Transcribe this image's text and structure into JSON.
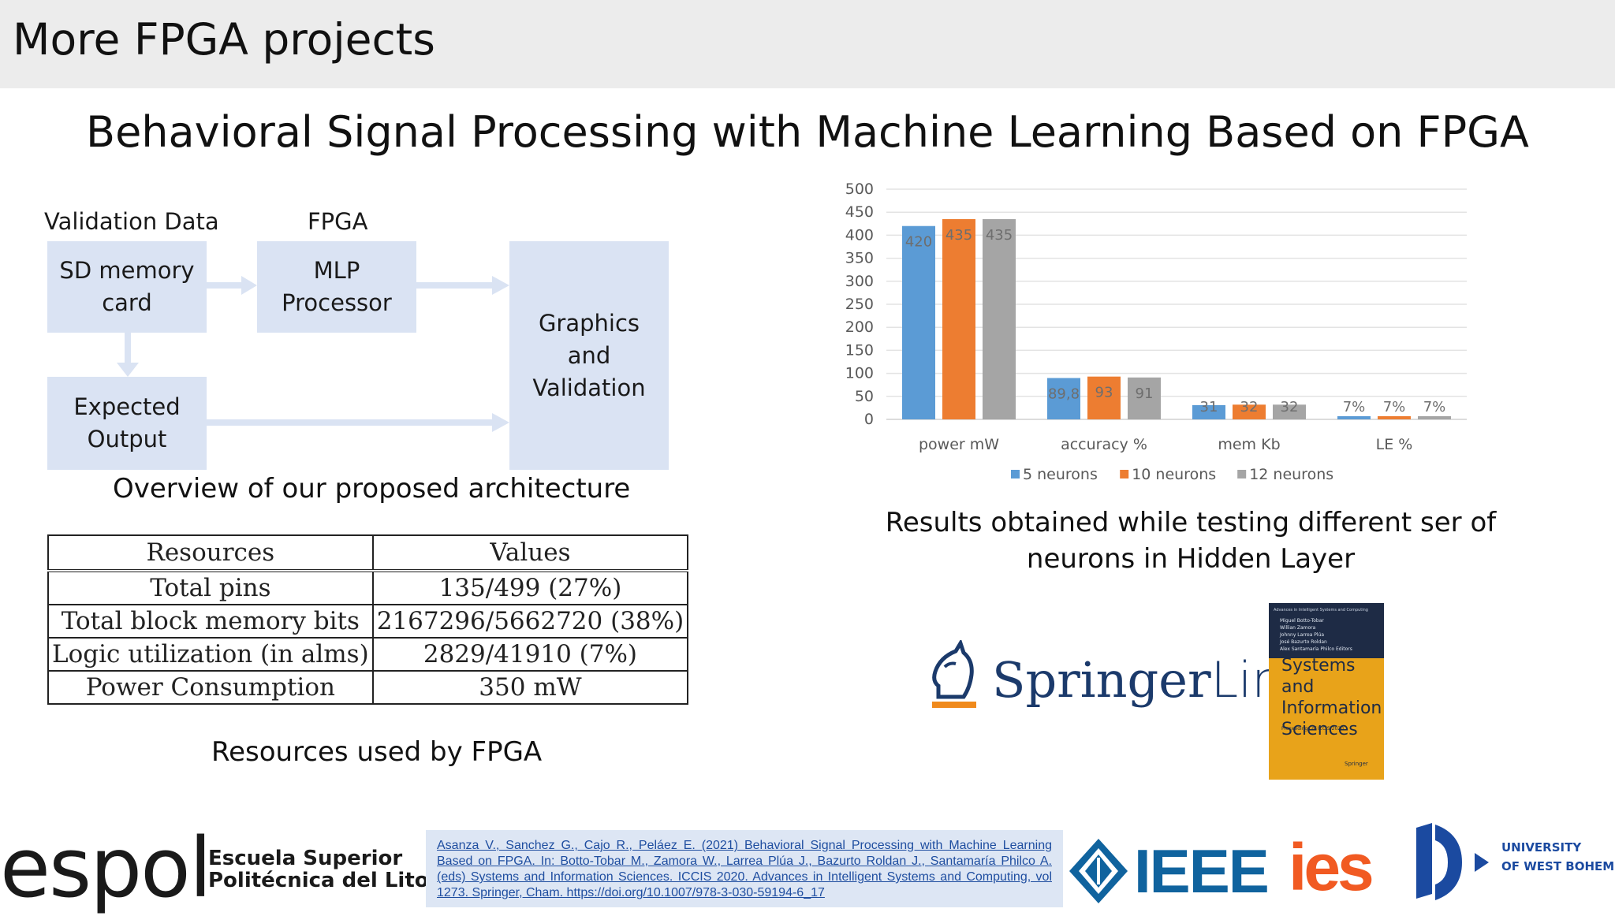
{
  "header": {
    "title": "More FPGA projects"
  },
  "slide": {
    "subtitle": "Behavioral Signal Processing with Machine Learning Based on FPGA"
  },
  "diagram": {
    "labels": {
      "validation_data": "Validation Data",
      "fpga": "FPGA"
    },
    "boxes": {
      "sd_card": [
        "SD memory",
        "card"
      ],
      "mlp": [
        "MLP",
        "Processor"
      ],
      "graphics": [
        "Graphics",
        "and",
        "Validation"
      ],
      "expected": [
        "Expected",
        "Output"
      ]
    },
    "caption": "Overview of our proposed architecture",
    "box_color": "#dae3f3"
  },
  "table": {
    "headers": [
      "Resources",
      "Values"
    ],
    "rows": [
      [
        "Total pins",
        "135/499 (27%)"
      ],
      [
        "Total block memory bits",
        "2167296/5662720 (38%)"
      ],
      [
        "Logic utilization (in alms)",
        "2829/41910 (7%)"
      ],
      [
        "Power Consumption",
        "350 mW"
      ]
    ],
    "caption": "Resources used by FPGA"
  },
  "chart_data": {
    "type": "bar",
    "categories": [
      "power mW",
      "accuracy %",
      "mem Kb",
      "LE %"
    ],
    "series": [
      {
        "name": "5 neurons",
        "color": "#5b9bd5",
        "values": [
          420,
          89.8,
          31,
          7
        ],
        "labels": [
          "420",
          "89,8",
          "31",
          "7%"
        ]
      },
      {
        "name": "10 neurons",
        "color": "#ed7d31",
        "values": [
          435,
          93,
          32,
          7
        ],
        "labels": [
          "435",
          "93",
          "32",
          "7%"
        ]
      },
      {
        "name": "12 neurons",
        "color": "#a5a5a5",
        "values": [
          435,
          91,
          32,
          7
        ],
        "labels": [
          "435",
          "91",
          "32",
          "7%"
        ]
      }
    ],
    "ylim": [
      0,
      500
    ],
    "yticks": [
      0,
      50,
      100,
      150,
      200,
      250,
      300,
      350,
      400,
      450,
      500
    ],
    "grid": true,
    "legend": "bottom"
  },
  "chart_caption": "Results obtained while testing different ser of neurons in Hidden Layer",
  "springer": {
    "name": "Springer",
    "link": "Link"
  },
  "book": {
    "series": "Advances in Intelligent Systems and Computing",
    "editors": [
      "Miguel Botto-Tobar",
      "Willian Zamora",
      "Johnny Larrea Plúa",
      "José Bazurto Roldan",
      "Alex Santamaría Philco  Editors"
    ],
    "title": [
      "Systems and",
      "Information",
      "Sciences"
    ],
    "proceedings": "Proceedings of ICCIS 2020",
    "publisher": "Springer"
  },
  "footer": {
    "espol": "espol",
    "espol_sub": [
      "Escuela Superior",
      "Politécnica del Litoral"
    ],
    "citation": "Asanza V., Sanchez G., Cajo R., Peláez E. (2021) Behavioral Signal Processing with Machine Learning Based on FPGA. In: Botto-Tobar M., Zamora W., Larrea Plúa J., Bazurto Roldan J., Santamaría Philco A. (eds) Systems and Information Sciences. ICCIS 2020. Advances in Intelligent Systems and Computing, vol 1273. Springer, Cham. https://doi.org/10.1007/978-3-030-59194-6_17",
    "ieee": "IEEE",
    "ies": "ies",
    "uwb": [
      "UNIVERSITY",
      "OF WEST BOHEMIA"
    ]
  }
}
